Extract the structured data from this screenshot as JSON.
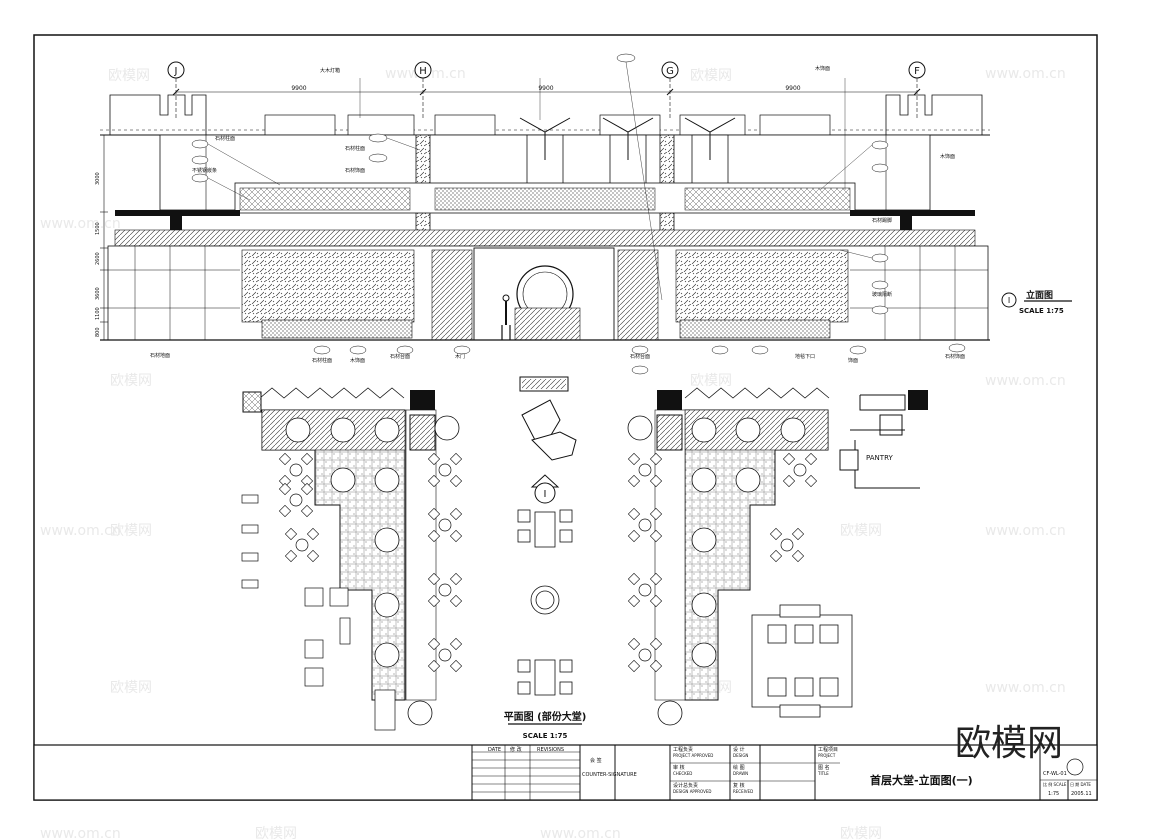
{
  "grid_axes": [
    "J",
    "H",
    "G",
    "F"
  ],
  "bay_dims": [
    "9900",
    "9900",
    "9900"
  ],
  "elevation_vertical_dims": [
    "3000",
    "1500",
    "2600",
    "3600",
    "1100",
    "800"
  ],
  "elevation_callouts": [
    "大木灯箱",
    "石材柱面",
    "石材柱面",
    "石材饰面",
    "不锈钢嵌条",
    "石材地面",
    "石材柱面",
    "木饰面",
    "木饰面",
    "石材踢脚",
    "玻璃隔断",
    "石材台面",
    "木门",
    "地毯下口",
    "石材台面",
    "石材饰面",
    "饰面",
    "木饰面"
  ],
  "elevation_marker": {
    "symbol": "I",
    "title": "立面图",
    "scale": "SCALE 1:75"
  },
  "plan": {
    "marker": "I",
    "title": "平面图 (部份大堂)",
    "scale": "SCALE 1:75",
    "pantry_label": "PANTRY"
  },
  "title_block": {
    "date": "DATE",
    "rev_cn": "修 改",
    "revisions": "REVISIONS",
    "signature_cn": "会 签",
    "counter_signature": "COUNTER-SIGNATURE",
    "approved_cn": "工程负责",
    "approved": "PROJECT APPROVED",
    "checked_cn": "审 核",
    "checked": "CHECKED",
    "design_approved_cn": "设计总负责",
    "design_approved": "DESIGN APPROVED",
    "design_cn": "设 计",
    "design": "DESIGN",
    "drawn_cn": "绘 图",
    "drawn": "DRAWN",
    "received_cn": "复 核",
    "received": "RECEIVED",
    "project_cn": "工程项目",
    "project": "PROJECT",
    "title_label_cn": "图 名",
    "title_label": "TITLE",
    "drawing_title": "首层大堂-立面图(一)",
    "drawing_no": "CF-WL-01",
    "scale_label": "比 例 SCALE",
    "scale_value": "1:75",
    "date_label": "日 期 DATE",
    "date_value": "2005.11"
  },
  "watermark": "www.om.cn",
  "brand": "欧模网"
}
